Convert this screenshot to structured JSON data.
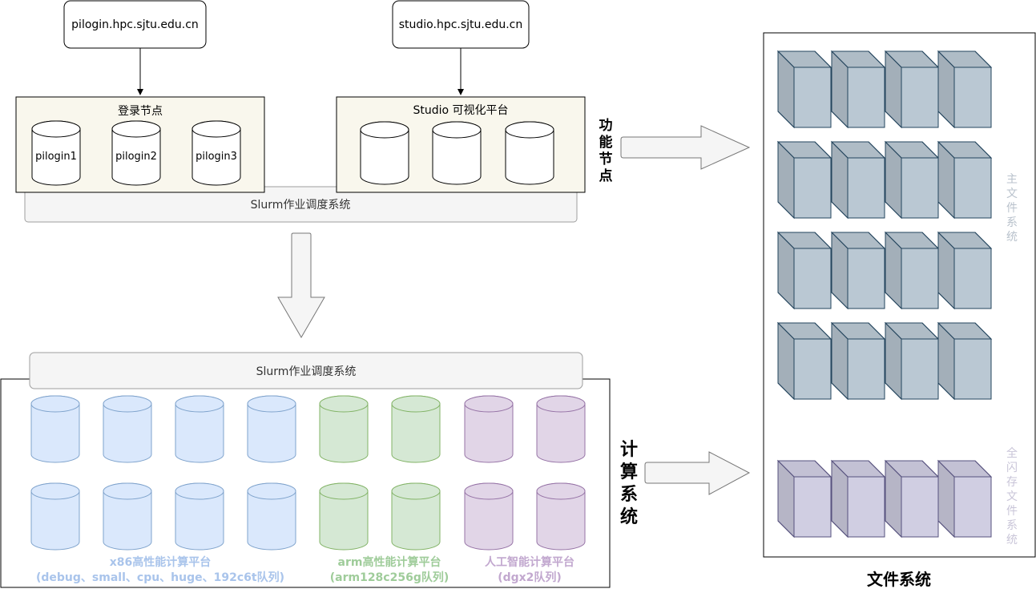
{
  "hosts": {
    "login": "pilogin.hpc.sjtu.edu.cn",
    "studio": "studio.hpc.sjtu.edu.cn"
  },
  "login_nodes": {
    "title": "登录节点",
    "nodes": [
      "pilogin1",
      "pilogin2",
      "pilogin3"
    ]
  },
  "studio": {
    "title": "Studio 可视化平台"
  },
  "slurm_top": "Slurm作业调度系统",
  "slurm_bottom": "Slurm作业调度系统",
  "function_nodes": {
    "label": [
      "功",
      "能",
      "节",
      "点"
    ]
  },
  "compute_system": {
    "label": [
      "计",
      "算",
      "系",
      "统"
    ]
  },
  "platforms": {
    "x86": {
      "name": "x86高性能计算平台",
      "queues": "(debug、small、cpu、huge、192c6t队列)"
    },
    "arm": {
      "name": "arm高性能计算平台",
      "queues": "(arm128c256g队列)"
    },
    "ai": {
      "name": "人工智能计算平台",
      "queues": "(dgx2队列)"
    }
  },
  "main_fs": {
    "label": [
      "主",
      "文",
      "件",
      "系",
      "统"
    ]
  },
  "flash_fs": {
    "label": [
      "全",
      "闪",
      "存",
      "文",
      "件",
      "系",
      "统"
    ]
  },
  "fs_title": "文件系统",
  "colors": {
    "x86_fill": "#dae8fc",
    "x86_stroke": "#7fa3cc",
    "x86_text": "#a9c4eb",
    "arm_fill": "#d5e8d4",
    "arm_stroke": "#82b366",
    "arm_text": "#9fcc9a",
    "ai_fill": "#e1d5e7",
    "ai_stroke": "#9673a6",
    "ai_text": "#c2a8cf",
    "cube_fill": "#bac8d3",
    "cube_stroke": "#23445d",
    "flash_cube_fill": "#d0cee2",
    "flash_cube_stroke": "#56517e",
    "panel_fill": "#f9f7ed",
    "slurm_fill": "#f5f5f5"
  }
}
